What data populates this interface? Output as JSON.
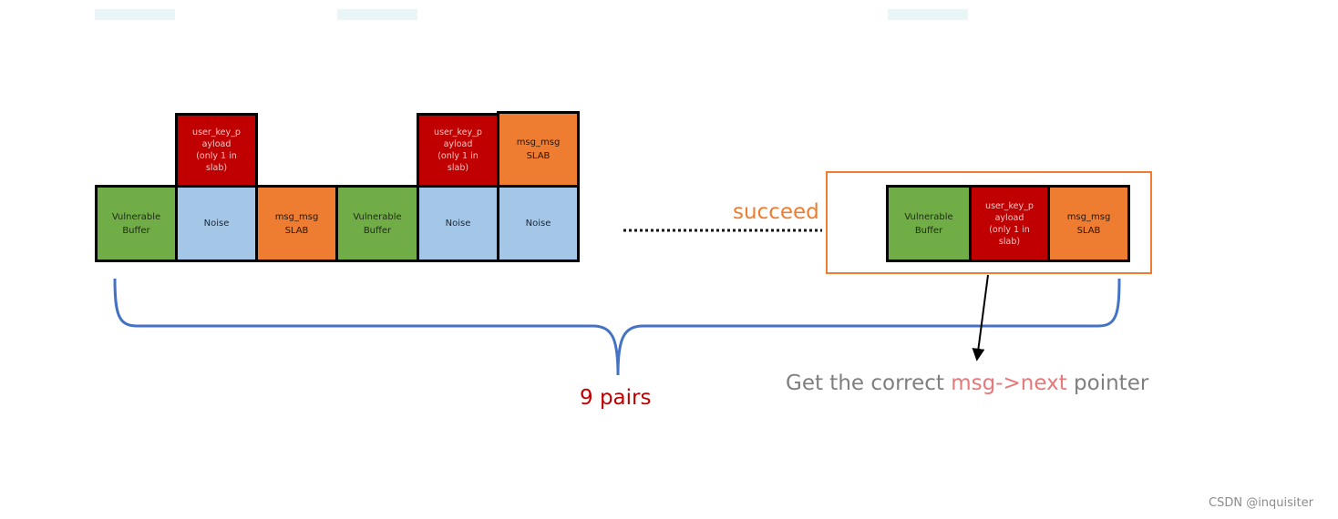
{
  "diagram": {
    "row_blocks": [
      {
        "label": "Vulnerable\nBuffer",
        "kind": "green"
      },
      {
        "label": "Noise",
        "kind": "blue"
      },
      {
        "label": "msg_msg\nSLAB",
        "kind": "orange"
      },
      {
        "label": "Vulnerable\nBuffer",
        "kind": "green"
      },
      {
        "label": "Noise",
        "kind": "blue"
      },
      {
        "label": "Noise",
        "kind": "blue"
      }
    ],
    "stacked_blocks": [
      {
        "label": "user_key_p\nayload\n(only 1 in\nslab)",
        "kind": "red"
      },
      {
        "label": "user_key_p\nayload\n(only 1 in\nslab)",
        "kind": "red"
      },
      {
        "label": "msg_msg\nSLAB",
        "kind": "orange"
      }
    ],
    "succeed_blocks": [
      {
        "label": "Vulnerable\nBuffer",
        "kind": "green"
      },
      {
        "label": "user_key_p\nayload\n(only 1 in\nslab)",
        "kind": "red"
      },
      {
        "label": "msg_msg\nSLAB",
        "kind": "orange"
      }
    ],
    "succeed_label": "succeed",
    "pairs_label": "9 pairs",
    "pointer_text": {
      "before": "Get the correct ",
      "highlight": "msg->next",
      "after": " pointer"
    },
    "watermark": "CSDN @inquisiter"
  },
  "colors": {
    "green": "#70ad47",
    "blue": "#a4c7e8",
    "orange": "#ee7d31",
    "red": "#c00000",
    "brace": "#4472c4"
  }
}
